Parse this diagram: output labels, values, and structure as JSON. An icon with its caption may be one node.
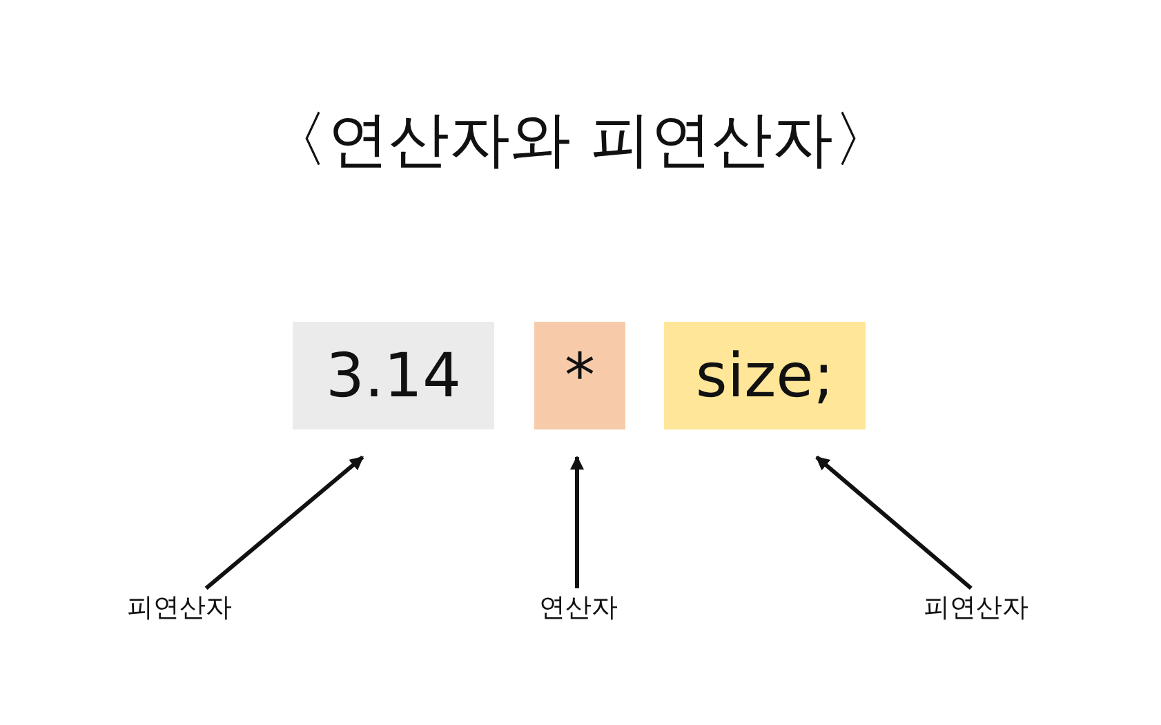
{
  "diagram": {
    "title": "〈연산자와 피연산자〉",
    "nodes": [
      {
        "text": [
          "3.14"
        ]
      },
      {
        "text": [
          "*"
        ]
      },
      {
        "text": [
          "size;"
        ]
      },
      {
        "text": [
          "피연산자"
        ]
      },
      {
        "text": [
          "연산자"
        ]
      },
      {
        "text": [
          "피연산자"
        ]
      }
    ],
    "edges": [
      {
        "from": 3,
        "to": 0,
        "arrow": "to"
      },
      {
        "from": 4,
        "to": 1,
        "arrow": "to"
      },
      {
        "from": 5,
        "to": 2,
        "arrow": "to"
      }
    ]
  }
}
